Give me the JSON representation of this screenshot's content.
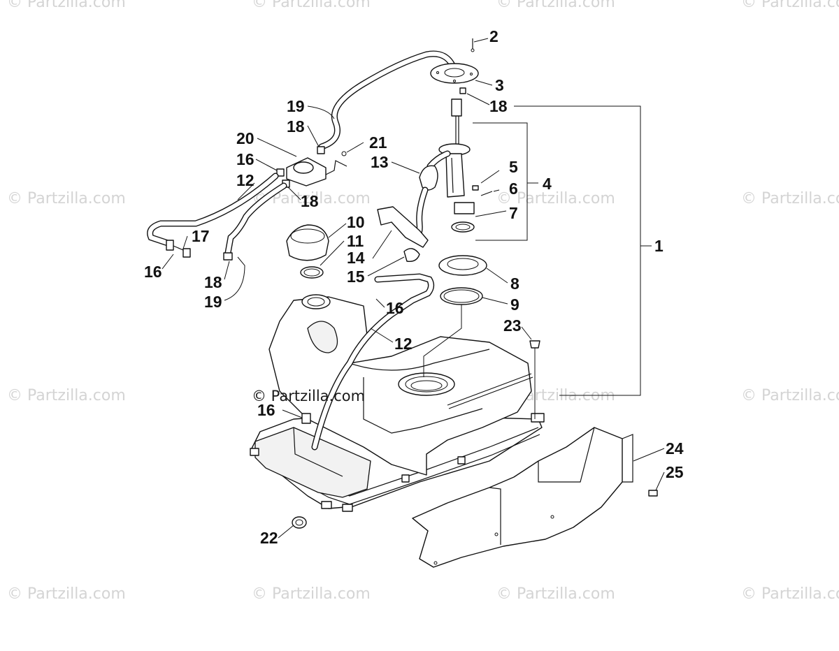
{
  "diagram": {
    "watermark": "© Partzilla.com",
    "brand": "© Partzilla.com",
    "callouts": [
      "1",
      "2",
      "3",
      "18",
      "19",
      "18",
      "4",
      "20",
      "21",
      "5",
      "16",
      "13",
      "6",
      "12",
      "18",
      "7",
      "10",
      "17",
      "11",
      "14",
      "16",
      "18",
      "15",
      "8",
      "19",
      "16",
      "9",
      "23",
      "12",
      "16",
      "24",
      "25",
      "22"
    ]
  }
}
